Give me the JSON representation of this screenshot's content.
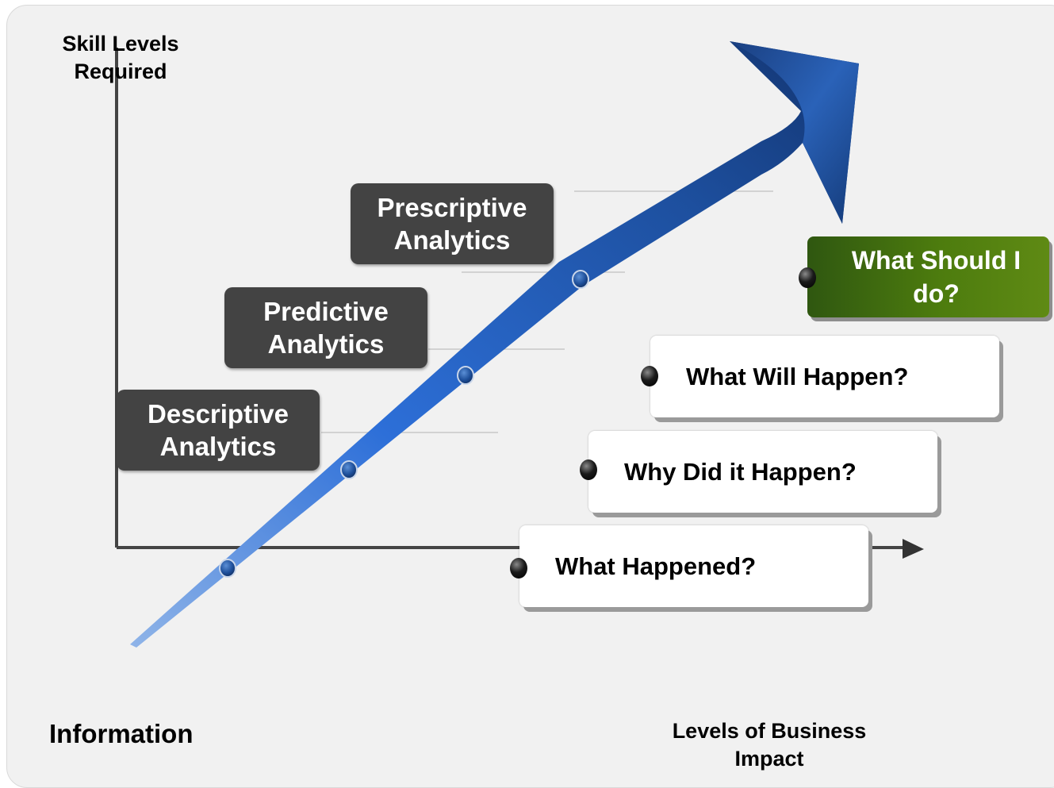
{
  "axes": {
    "y_label": "Skill Levels Required",
    "x_label": "Levels of Business Impact",
    "origin_label": "Information"
  },
  "stages": [
    {
      "label": "Descriptive Analytics",
      "question": "What Happened?"
    },
    {
      "label": "Predictive Analytics",
      "question": "Why Did it Happen?"
    },
    {
      "label": "Prescriptive Analytics",
      "question": "What Will Happen?"
    },
    {
      "question": "What Should I do?"
    }
  ],
  "colors": {
    "arrow": "#1f5fc4",
    "label_box": "#434343",
    "highlight_box": "#4d7c0e",
    "background": "#f1f1f1"
  }
}
